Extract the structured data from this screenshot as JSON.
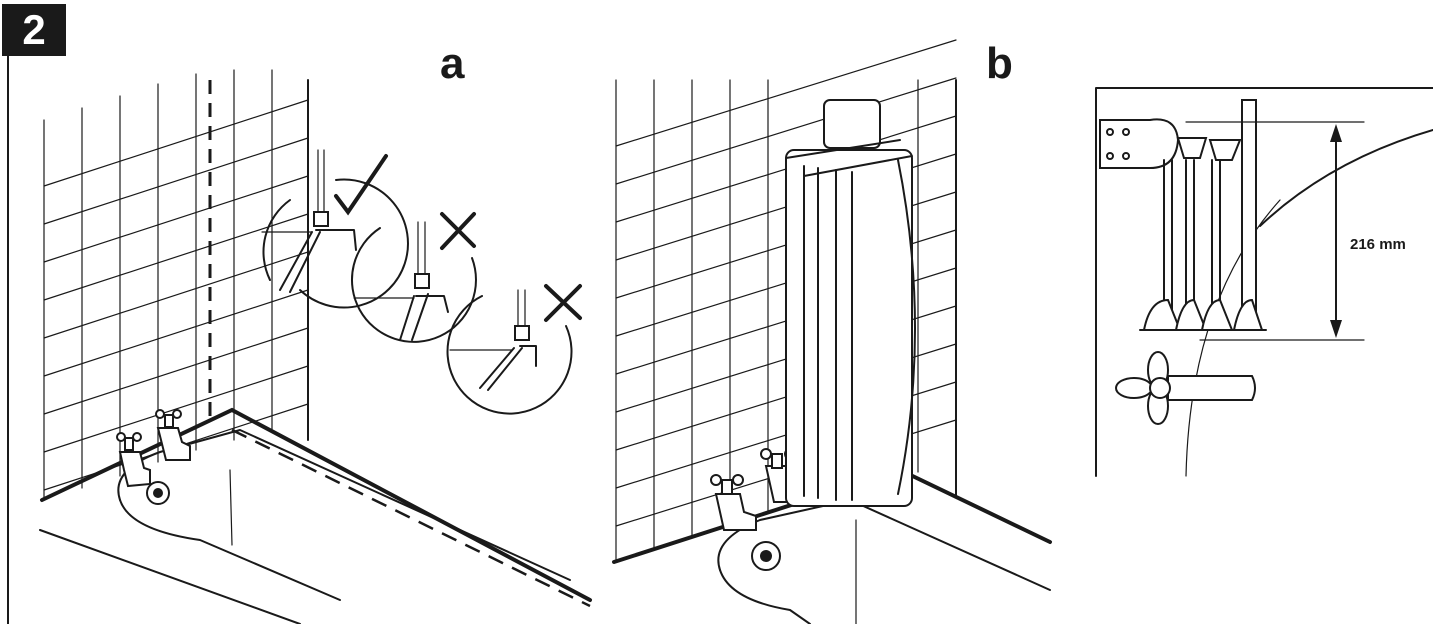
{
  "step_number": "2",
  "panels": {
    "a": {
      "label": "a"
    },
    "b": {
      "label": "b"
    }
  },
  "dimension": {
    "label": "216 mm"
  },
  "icons": {
    "correct": "checkmark-icon",
    "incorrect": "cross-icon"
  },
  "colors": {
    "ink": "#1a1a1a",
    "background": "#ffffff"
  }
}
